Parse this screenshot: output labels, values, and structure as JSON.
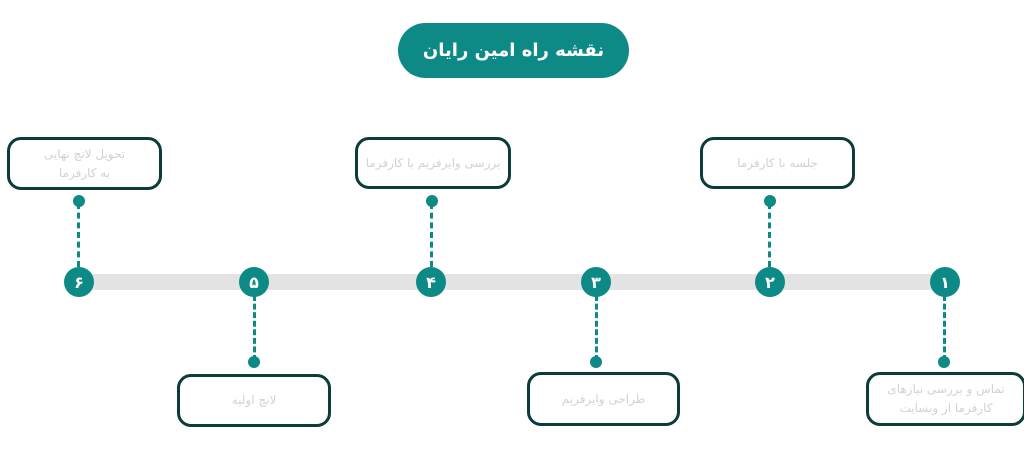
{
  "title": "نقشه راه امین رایان",
  "colors": {
    "accent": "#0e8a86",
    "box_border": "#0b3b3b",
    "track": "#e3e3e3",
    "box_text": "#d2d2d2"
  },
  "steps": [
    {
      "number": "۱",
      "label_line1": "تماس و بررسی نیازهای",
      "label_line2": "کارفرما از وبسایت"
    },
    {
      "number": "۲",
      "label_line1": "جلسه با کارفرما",
      "label_line2": ""
    },
    {
      "number": "۳",
      "label_line1": "طراحی وایرفریم",
      "label_line2": ""
    },
    {
      "number": "۴",
      "label_line1": "بررسی وایرفریم با کارفرما",
      "label_line2": ""
    },
    {
      "number": "۵",
      "label_line1": "لانچ اولیه",
      "label_line2": ""
    },
    {
      "number": "۶",
      "label_line1": "تحویل لانچ نهایی",
      "label_line2": "به کارفرما"
    }
  ]
}
